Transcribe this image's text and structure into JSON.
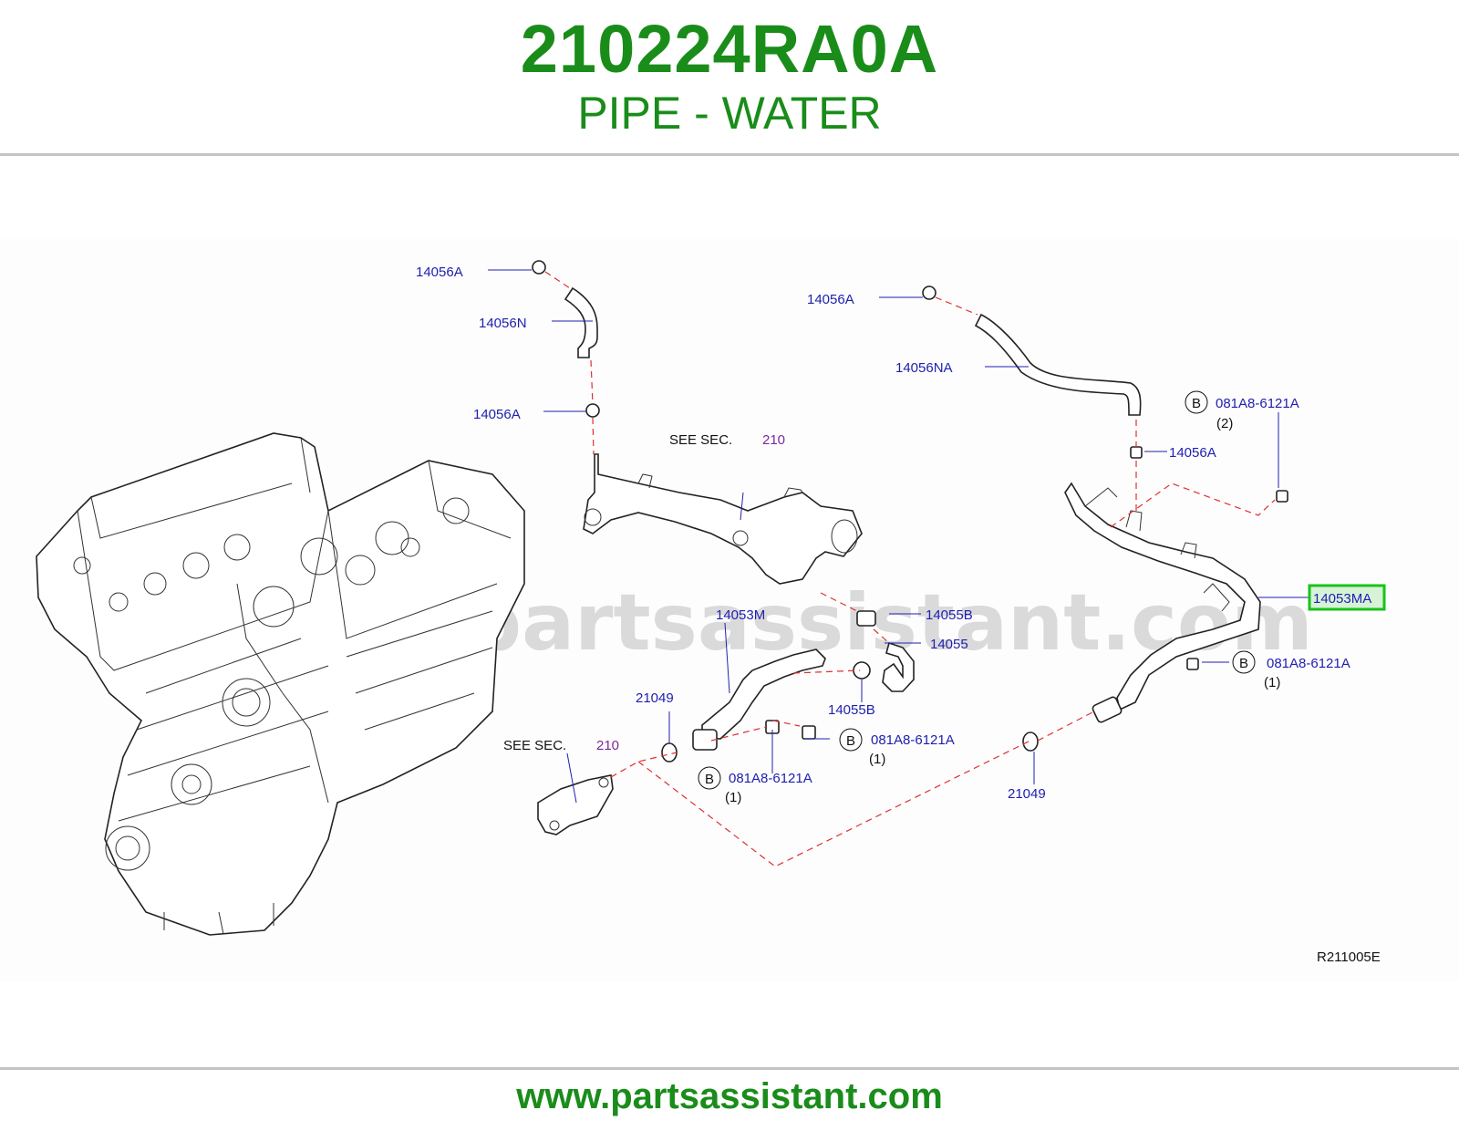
{
  "header": {
    "part_number": "210224RA0A",
    "part_name": "PIPE - WATER"
  },
  "diagram": {
    "watermark": "www.partsassistant.com",
    "reference_code": "R211005E",
    "callouts": {
      "c_14056A_1": "14056A",
      "c_14056N": "14056N",
      "c_14056A_2": "14056A",
      "c_14056A_3": "14056A",
      "c_14056NA": "14056NA",
      "c_14056A_4": "14056A",
      "c_bolt_top": "081A8-6121A",
      "c_bolt_top_qty": "(2)",
      "c_14053MA": "14053MA",
      "c_bolt_right": "081A8-6121A",
      "c_bolt_right_qty": "(1)",
      "c_14053M": "14053M",
      "c_14055B_1": "14055B",
      "c_14055": "14055",
      "c_14055B_2": "14055B",
      "c_21049_left": "21049",
      "c_bolt_mid": "081A8-6121A",
      "c_bolt_mid_qty": "(1)",
      "c_bolt_low": "081A8-6121A",
      "c_bolt_low_qty": "(1)",
      "c_21049_right": "21049",
      "see_text_1": "SEE   SEC.",
      "see_sec_1": "210",
      "see_text_2": "SEE   SEC.",
      "see_sec_2": "210",
      "b_marker": "B"
    },
    "highlighted_part": "14053MA",
    "colors": {
      "brand_green": "#1a8c1a",
      "callout_blue": "#2020b0",
      "section_purple": "#7a2a9a",
      "dash_red": "#e03030",
      "highlight_border": "#17c417",
      "highlight_fill": "#d8f2d8"
    }
  },
  "footer": {
    "url": "www.partsassistant.com"
  }
}
